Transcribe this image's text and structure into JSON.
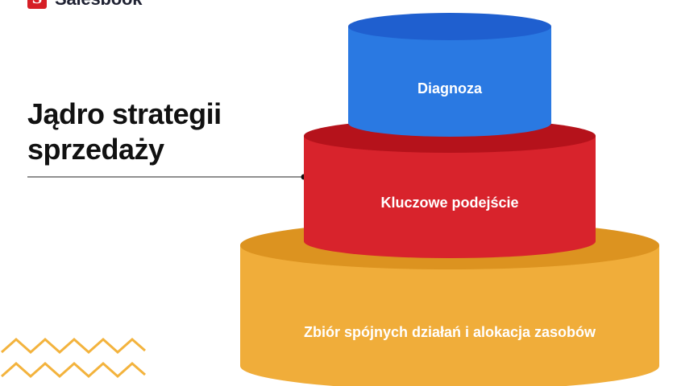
{
  "brand": {
    "name": "Salesbook",
    "mark": "S"
  },
  "title": {
    "line1": "Jądro strategii",
    "line2": "sprzedaży"
  },
  "layers": [
    {
      "label": "Diagnoza",
      "color": "#2a79e2"
    },
    {
      "label": "Kluczowe podejście",
      "color": "#d8232c"
    },
    {
      "label": "Zbiór spójnych działań i alokacja zasobów",
      "color": "#f0ad3a"
    }
  ],
  "decoration": {
    "zigzag_color": "#f3b33d",
    "line_color": "#222222"
  }
}
